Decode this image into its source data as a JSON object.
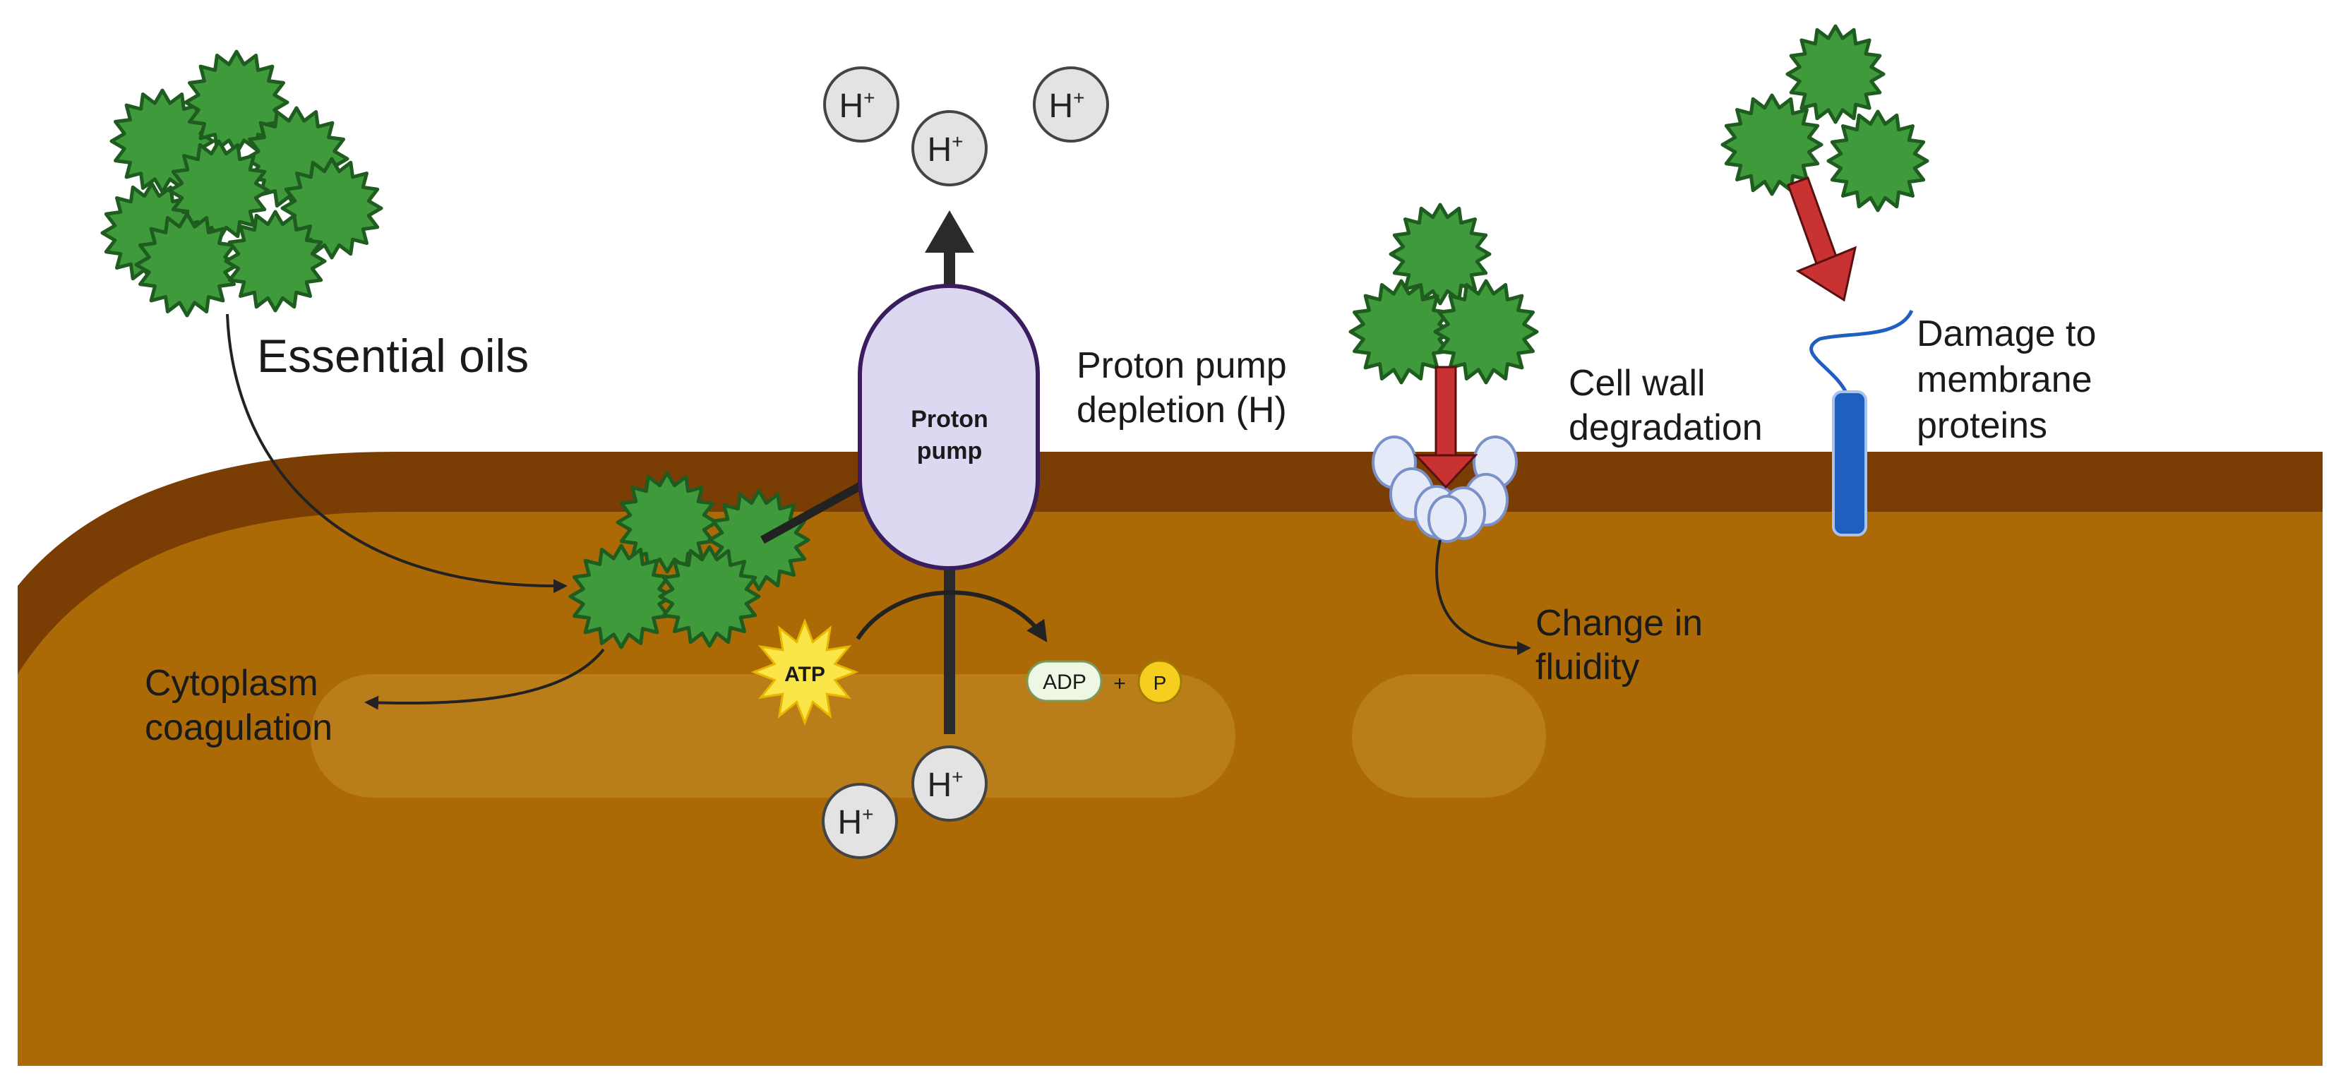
{
  "labels": {
    "essential_oils": "Essential oils",
    "cytoplasm_coagulation_line1": "Cytoplasm",
    "cytoplasm_coagulation_line2": "coagulation",
    "proton_pump_line1": "Proton",
    "proton_pump_line2": "pump",
    "proton_pump_depletion_line1": "Proton pump",
    "proton_pump_depletion_line2": "depletion (H)",
    "cell_wall_line1": "Cell wall",
    "cell_wall_line2": "degradation",
    "change_fluidity_line1": "Change in",
    "change_fluidity_line2": "fluidity",
    "damage_line1": "Damage to",
    "damage_line2": "membrane",
    "damage_line3": "proteins",
    "atp": "ATP",
    "adp": "ADP",
    "plus": "+",
    "phosphate": "P",
    "ion_symbol": "H",
    "ion_charge": "+"
  },
  "colors": {
    "membrane_outer": "#7a3d04",
    "cytoplasm": "#ab6a05",
    "inner_band": "#be8422",
    "oil_fill": "#3e9a3a",
    "oil_stroke": "#1f5c1f",
    "pump_fill": "#dcd8f2",
    "pump_stroke": "#3a1d5c",
    "red_arrow": "#c83232",
    "protein_blue": "#1f5fbf",
    "atp_yellow": "#fbe64a",
    "ion_fill": "#e3e3e3"
  }
}
